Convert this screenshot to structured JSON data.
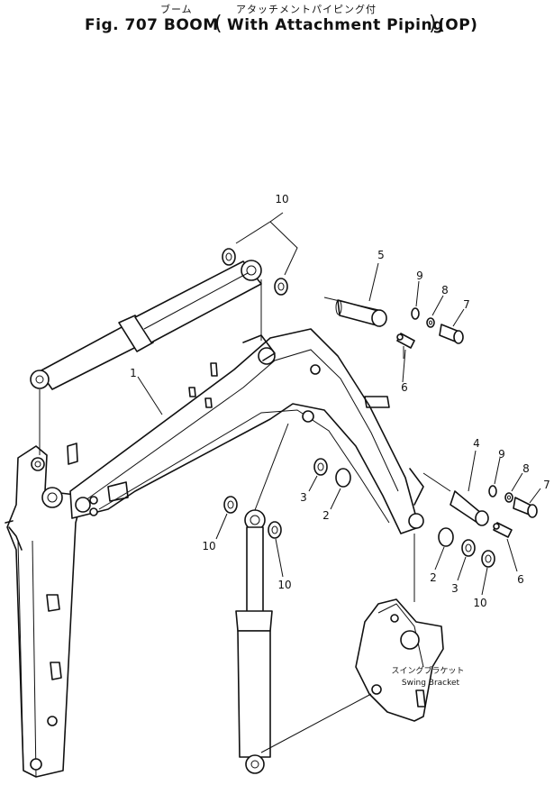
{
  "header": {
    "subtitle_jp": "ブーム",
    "option_jp": "アタッチメントパイピング付",
    "fig_label": "Fig. 707 BOOM",
    "description": "With Attachment Piping",
    "option_code": "(OP)"
  },
  "callouts": {
    "c1": "1",
    "c2a": "2",
    "c2b": "2",
    "c3a": "3",
    "c3b": "3",
    "c4": "4",
    "c5": "5",
    "c6a": "6",
    "c6b": "6",
    "c7a": "7",
    "c7b": "7",
    "c8a": "8",
    "c8b": "8",
    "c9a": "9",
    "c9b": "9",
    "c10a": "10",
    "c10b": "10",
    "c10c": "10",
    "c10d": "10"
  },
  "labels": {
    "swing_bracket_jp": "スイングブラケット",
    "swing_bracket_en": "Swing Bracket"
  }
}
